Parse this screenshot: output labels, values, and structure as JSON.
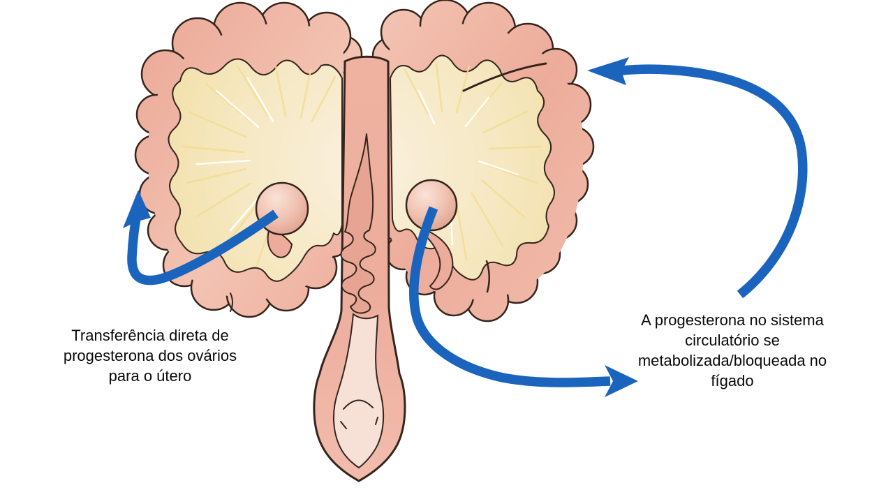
{
  "labels": {
    "left": {
      "text": "Transferência direta de\nprogesterona dos ovários\npara o útero"
    },
    "right": {
      "text": "A progesterona no sistema\ncirculatório se\nmetabolizada/bloqueada no\nfígado"
    }
  },
  "icons": {
    "left_arrow": "curved-arrow-up-left",
    "ovary_arrow": "curved-arrow-right",
    "circulation_arrow": "curved-arrow-upper-left"
  },
  "colors": {
    "background": "#FFFFFF",
    "arrow_blue": "#1B64BE",
    "outline": "#33251D",
    "wall_pink": "#EDAB9B",
    "wall_pink_light": "#F4C9B9",
    "interior_yellow": "#F2E0A8",
    "interior_cream": "#F9EEDC",
    "cervix_pink": "#E8A493",
    "inner_light": "#F7E1D6",
    "ovary_light": "#FAE3D8",
    "ovary_dark": "#DD9D89",
    "streak_white": "#FFFFFF",
    "streak_yellow": "#F2DE92",
    "text": "#0A0A0A"
  }
}
